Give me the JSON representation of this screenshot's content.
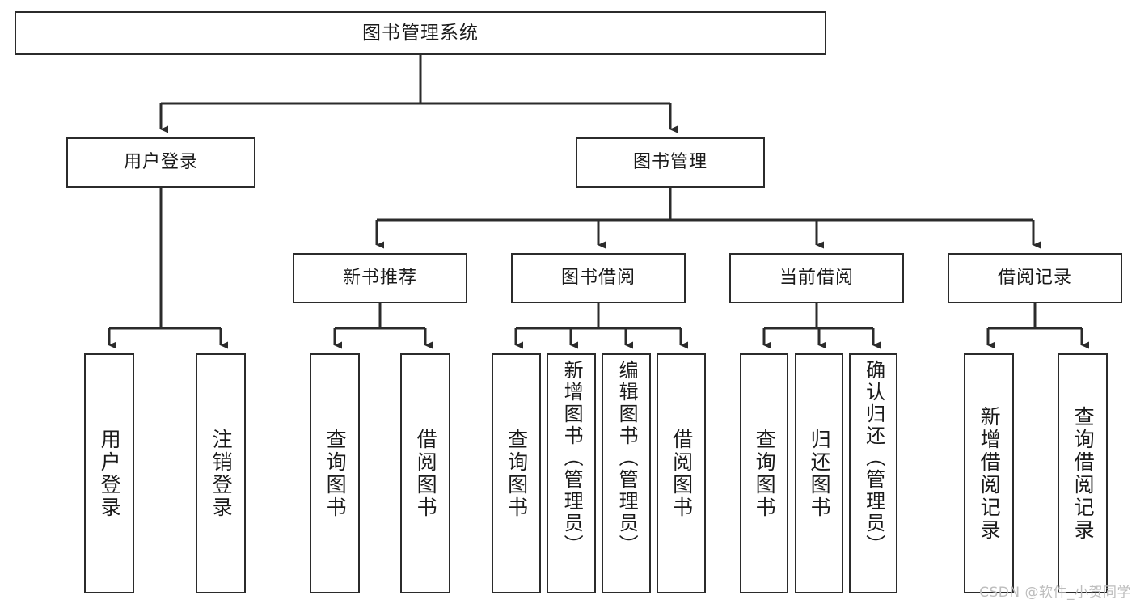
{
  "diagram": {
    "type": "tree",
    "title": "图书管理系统",
    "style": {
      "box_border_color": "#2b2b2b",
      "box_fill": "#ffffff",
      "connector_color": "#2b2b2b",
      "background": "#ffffff"
    },
    "root": {
      "label": "图书管理系统"
    },
    "level2": [
      {
        "label": "用户登录"
      },
      {
        "label": "图书管理"
      }
    ],
    "level3": [
      {
        "label": "新书推荐"
      },
      {
        "label": "图书借阅"
      },
      {
        "label": "当前借阅"
      },
      {
        "label": "借阅记录"
      }
    ],
    "leaves": {
      "user_login": [
        {
          "label": "用户登录"
        },
        {
          "label": "注销登录"
        }
      ],
      "new_book_recommend": [
        {
          "label": "查询图书"
        },
        {
          "label": "借阅图书"
        }
      ],
      "book_borrow": [
        {
          "label": "查询图书"
        },
        {
          "label": "新增图书（管理员）"
        },
        {
          "label": "编辑图书（管理员）"
        },
        {
          "label": "借阅图书"
        }
      ],
      "current_borrow": [
        {
          "label": "查询图书"
        },
        {
          "label": "归还图书"
        },
        {
          "label": "确认归还（管理员）"
        }
      ],
      "borrow_records": [
        {
          "label": "新增借阅记录"
        },
        {
          "label": "查询借阅记录"
        }
      ]
    }
  },
  "watermark": {
    "text": "CSDN @软件_小贺同学"
  }
}
